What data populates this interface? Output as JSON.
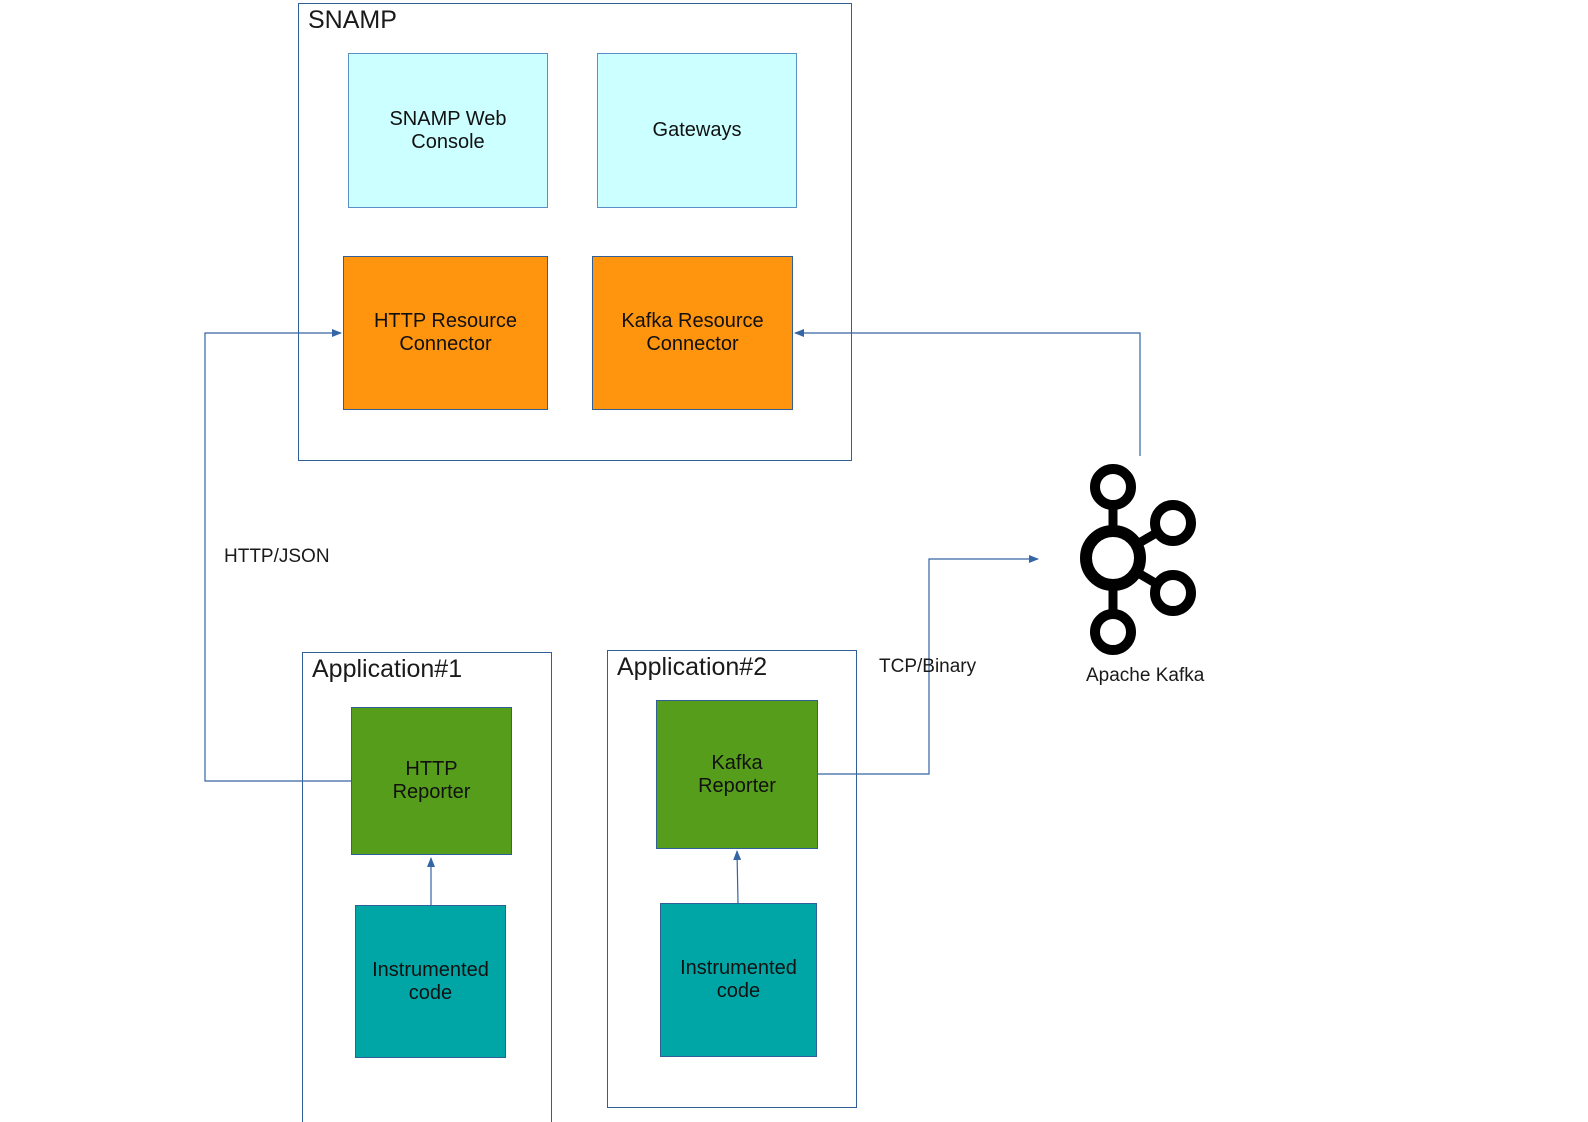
{
  "snamp": {
    "title": "SNAMP",
    "web_console": "SNAMP Web\nConsole",
    "gateways": "Gateways",
    "http_connector": "HTTP Resource\nConnector",
    "kafka_connector": "Kafka Resource\nConnector"
  },
  "app1": {
    "title": "Application#1",
    "reporter": "HTTP\nReporter",
    "code": "Instrumented\ncode"
  },
  "app2": {
    "title": "Application#2",
    "reporter": "Kafka\nReporter",
    "code": "Instrumented\ncode"
  },
  "labels": {
    "http_json": "HTTP/JSON",
    "tcp_binary": "TCP/Binary",
    "kafka": "Apache Kafka"
  },
  "colors": {
    "border": "#2f5f95",
    "light_box": "#ccffff",
    "orange_box": "#ff950e",
    "green_box": "#579d1c",
    "teal_box": "#00a6a6",
    "connector_line": "#3465a4"
  },
  "icons": [
    "apache-kafka-logo-icon"
  ]
}
